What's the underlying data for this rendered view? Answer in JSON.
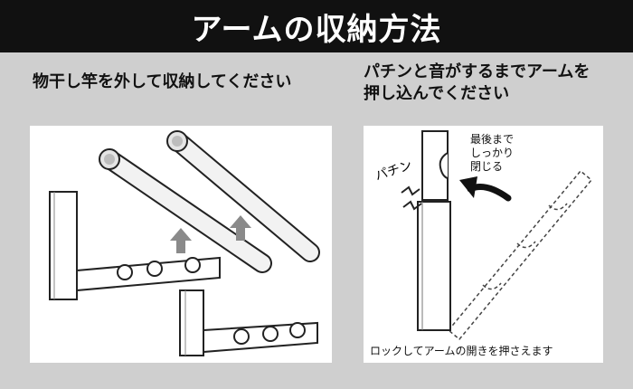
{
  "header": {
    "title": "アームの収納方法"
  },
  "left": {
    "caption": "物干し竿を外して収納してください"
  },
  "right": {
    "caption_line1": "パチンと音がするまでアームを",
    "caption_line2": "押し込んでください",
    "note_top_line1": "最後まで",
    "note_top_line2": "しっかり",
    "note_top_line3": "閉じる",
    "sound": "パチン",
    "note_bottom": "ロックしてアームの開きを押さえます"
  },
  "colors": {
    "header_bg": "#111111",
    "panel_bg": "#ffffff",
    "page_bg": "#cfcfcf",
    "arrow_gray": "#8a8a8a"
  }
}
